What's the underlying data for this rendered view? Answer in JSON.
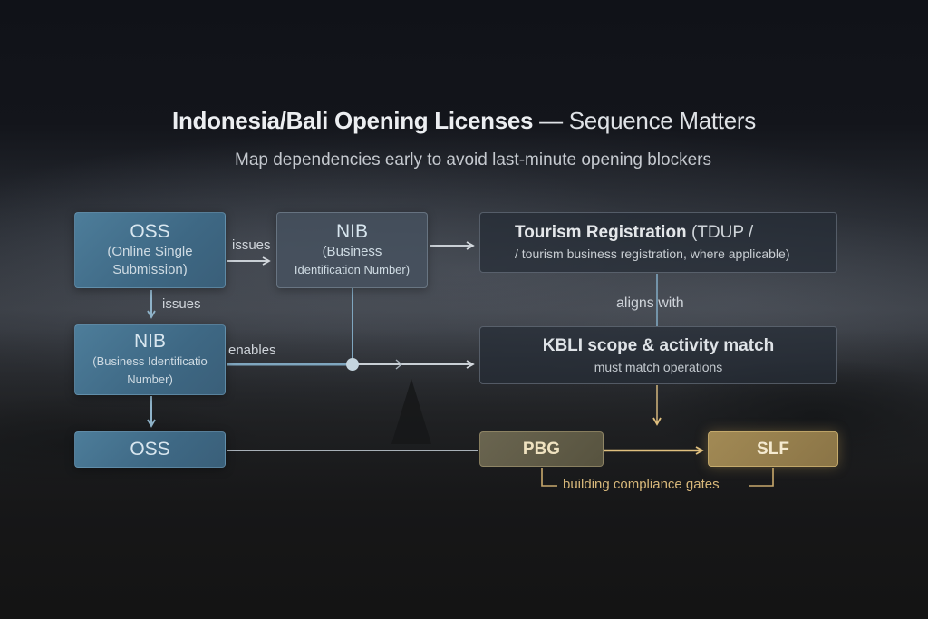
{
  "header": {
    "title_bold": "Indonesia/Bali Opening Licenses",
    "title_rest": " — Sequence Matters",
    "subtitle": "Map dependencies early to avoid last-minute opening blockers"
  },
  "nodes": {
    "oss_top": {
      "title": "OSS",
      "line1": "(Online Single",
      "line2": "Submission)"
    },
    "nib_top": {
      "title": "NIB",
      "line1": "(Business",
      "line2": "Identification Number)"
    },
    "tourism": {
      "title_bold": "Tourism Registration",
      "title_rest": " (TDUP /",
      "line2": "/ tourism business registration, where applicable)"
    },
    "nib_mid": {
      "title": "NIB",
      "line1": "(Business Identificatio",
      "line2": "Number)"
    },
    "kbli": {
      "title": "KBLI scope & activity match",
      "subtitle": "must match operations"
    },
    "oss_bottom": {
      "title": "OSS"
    },
    "pbg": {
      "title": "PBG"
    },
    "slf": {
      "title": "SLF"
    }
  },
  "edges": {
    "oss_to_nib": "issues",
    "oss_down": "issues",
    "tourism_kbli": "aligns with",
    "nib_enables": "enables",
    "gates_bracket": "building compliance gates"
  },
  "colors": {
    "blue_node": "#3e6884",
    "slate_node": "#465260",
    "gold_gate": "#a28a55",
    "olive_gate": "#6a6550",
    "connector_blue": "#7fa6bf",
    "connector_gold": "#d7b77a"
  }
}
